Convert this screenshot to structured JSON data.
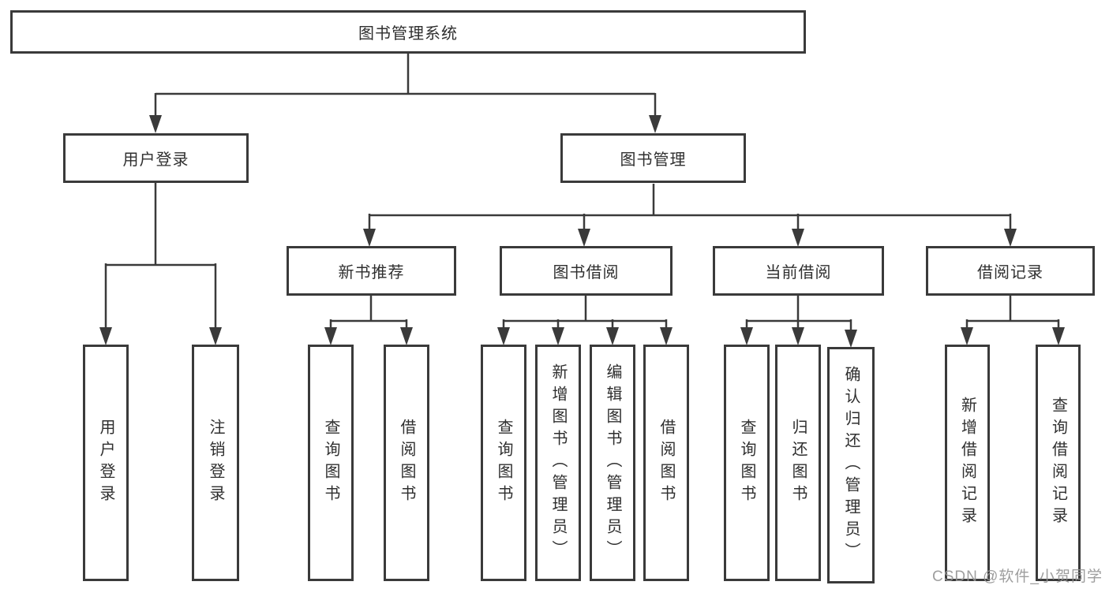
{
  "tree": {
    "root": {
      "label": "图书管理系统",
      "children": [
        {
          "label": "用户登录",
          "children": [
            {
              "label": "用户登录"
            },
            {
              "label": "注销登录"
            }
          ]
        },
        {
          "label": "图书管理",
          "children": [
            {
              "label": "新书推荐",
              "children": [
                {
                  "label": "查询图书"
                },
                {
                  "label": "借阅图书"
                }
              ]
            },
            {
              "label": "图书借阅",
              "children": [
                {
                  "label": "查询图书"
                },
                {
                  "label": "新增图书（管理员）"
                },
                {
                  "label": "编辑图书（管理员）"
                },
                {
                  "label": "借阅图书"
                }
              ]
            },
            {
              "label": "当前借阅",
              "children": [
                {
                  "label": "查询图书"
                },
                {
                  "label": "归还图书"
                },
                {
                  "label": "确认归还（管理员）"
                }
              ]
            },
            {
              "label": "借阅记录",
              "children": [
                {
                  "label": "新增借阅记录"
                },
                {
                  "label": "查询借阅记录"
                }
              ]
            }
          ]
        }
      ]
    }
  },
  "watermark": {
    "text": "CSDN @软件_小贺同学"
  },
  "colors": {
    "line": "#3a3a3a",
    "box_border": "#3a3a3a",
    "text": "#2f2f2f",
    "background": "#ffffff",
    "watermark": "#949494"
  }
}
